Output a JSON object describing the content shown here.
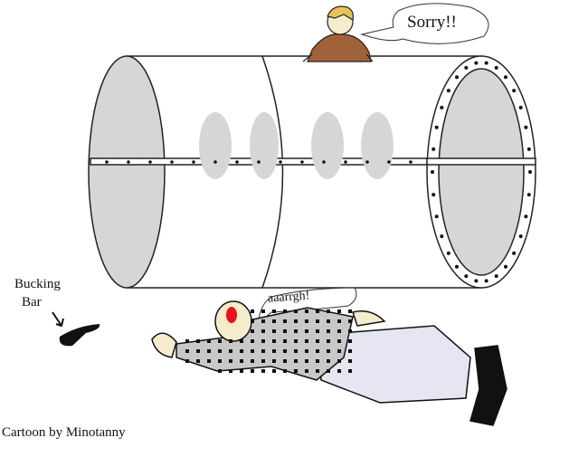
{
  "speech": {
    "boy": "Sorry!!",
    "man": "aaarrgh!"
  },
  "labels": {
    "bucking_bar_line1": "Bucking",
    "bucking_bar_line2": "Bar",
    "credit": "Cartoon by Minotanny"
  },
  "colors": {
    "metal": "#d6d6d6",
    "pants": "#e6e6f2",
    "shirt": "#c8c8c8",
    "skin": "#f4eccc",
    "blood": "#e8141a",
    "boy_shirt": "#a0623a",
    "boy_hair": "#e6c35a"
  }
}
